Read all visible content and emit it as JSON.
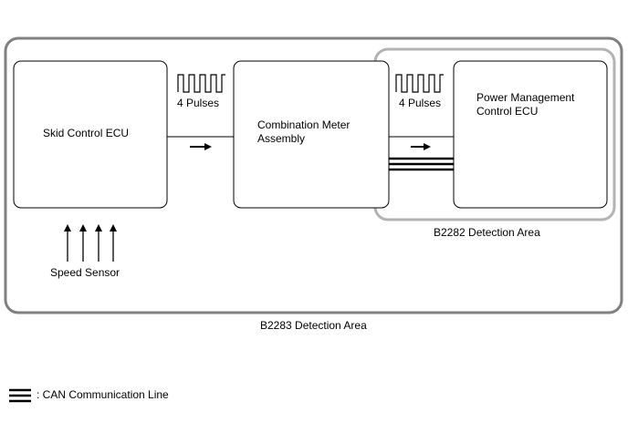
{
  "blocks": {
    "skid_control_ecu": "Skid Control ECU",
    "combination_meter_line1": "Combination Meter",
    "combination_meter_line2": "Assembly",
    "power_mgmt_line1": "Power Management",
    "power_mgmt_line2": "Control ECU"
  },
  "signals": {
    "pulses_left": "4 Pulses",
    "pulses_right": "4 Pulses",
    "speed_sensor": "Speed Sensor"
  },
  "areas": {
    "b2282": "B2282 Detection Area",
    "b2283": "B2283 Detection Area"
  },
  "legend": {
    "can_line": ": CAN Communication Line"
  }
}
